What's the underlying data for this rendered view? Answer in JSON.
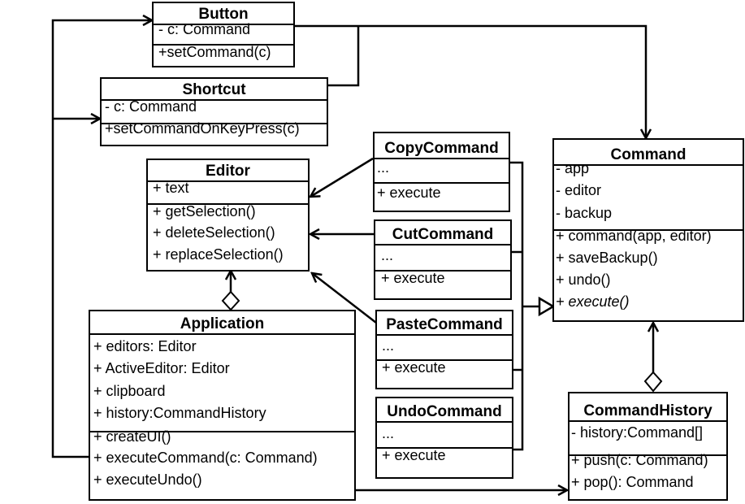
{
  "classes": {
    "button": {
      "name": "Button",
      "attributes": [
        "- c: Command"
      ],
      "methods": [
        "+setCommand(c)"
      ]
    },
    "shortcut": {
      "name": "Shortcut",
      "attributes": [
        "- c: Command"
      ],
      "methods": [
        "+setCommandOnKeyPress(c)"
      ]
    },
    "editor": {
      "name": "Editor",
      "attributes": [
        "+ text"
      ],
      "methods": [
        "+ getSelection()",
        "+ deleteSelection()",
        "+ replaceSelection()"
      ]
    },
    "application": {
      "name": "Application",
      "attributes": [
        "+ editors: Editor",
        "+ ActiveEditor: Editor",
        "+ clipboard",
        "+ history:CommandHistory"
      ],
      "methods": [
        "+ createUI()",
        "+ executeCommand(c: Command)",
        "+ executeUndo()"
      ]
    },
    "copy_command": {
      "name": "CopyCommand",
      "attributes": [
        "..."
      ],
      "methods": [
        "+ execute"
      ]
    },
    "cut_command": {
      "name": "CutCommand",
      "attributes": [
        "..."
      ],
      "methods": [
        "+ execute"
      ]
    },
    "paste_command": {
      "name": "PasteCommand",
      "attributes": [
        "..."
      ],
      "methods": [
        "+ execute"
      ]
    },
    "undo_command": {
      "name": "UndoCommand",
      "attributes": [
        "..."
      ],
      "methods": [
        "+ execute"
      ]
    },
    "command": {
      "name": "Command",
      "attributes": [
        "- app",
        "- editor",
        "- backup"
      ],
      "methods": [
        "+ command(app, editor)",
        "+ saveBackup()",
        "+ undo()",
        "+ execute()"
      ],
      "abstract_methods": [
        "+ execute()"
      ]
    },
    "command_history": {
      "name": "CommandHistory",
      "attributes": [
        "- history:Command[]"
      ],
      "methods": [
        "+ push(c: Command)",
        "+ pop(): Command"
      ]
    }
  },
  "relations": [
    {
      "from": "button",
      "to": "command",
      "kind": "association"
    },
    {
      "from": "shortcut",
      "to": "command",
      "kind": "association"
    },
    {
      "from": "application",
      "to": "button",
      "kind": "association"
    },
    {
      "from": "application",
      "to": "shortcut",
      "kind": "association"
    },
    {
      "from": "copy_command",
      "to": "editor",
      "kind": "association"
    },
    {
      "from": "cut_command",
      "to": "editor",
      "kind": "association"
    },
    {
      "from": "paste_command",
      "to": "editor",
      "kind": "association"
    },
    {
      "from": "copy_command",
      "to": "command",
      "kind": "generalization"
    },
    {
      "from": "cut_command",
      "to": "command",
      "kind": "generalization"
    },
    {
      "from": "paste_command",
      "to": "command",
      "kind": "generalization"
    },
    {
      "from": "undo_command",
      "to": "command",
      "kind": "generalization"
    },
    {
      "from": "application",
      "to": "editor",
      "kind": "aggregation"
    },
    {
      "from": "command_history",
      "to": "command",
      "kind": "aggregation"
    },
    {
      "from": "application",
      "to": "command_history",
      "kind": "association"
    }
  ],
  "colors": {
    "stroke": "#000000",
    "background": "#ffffff"
  }
}
